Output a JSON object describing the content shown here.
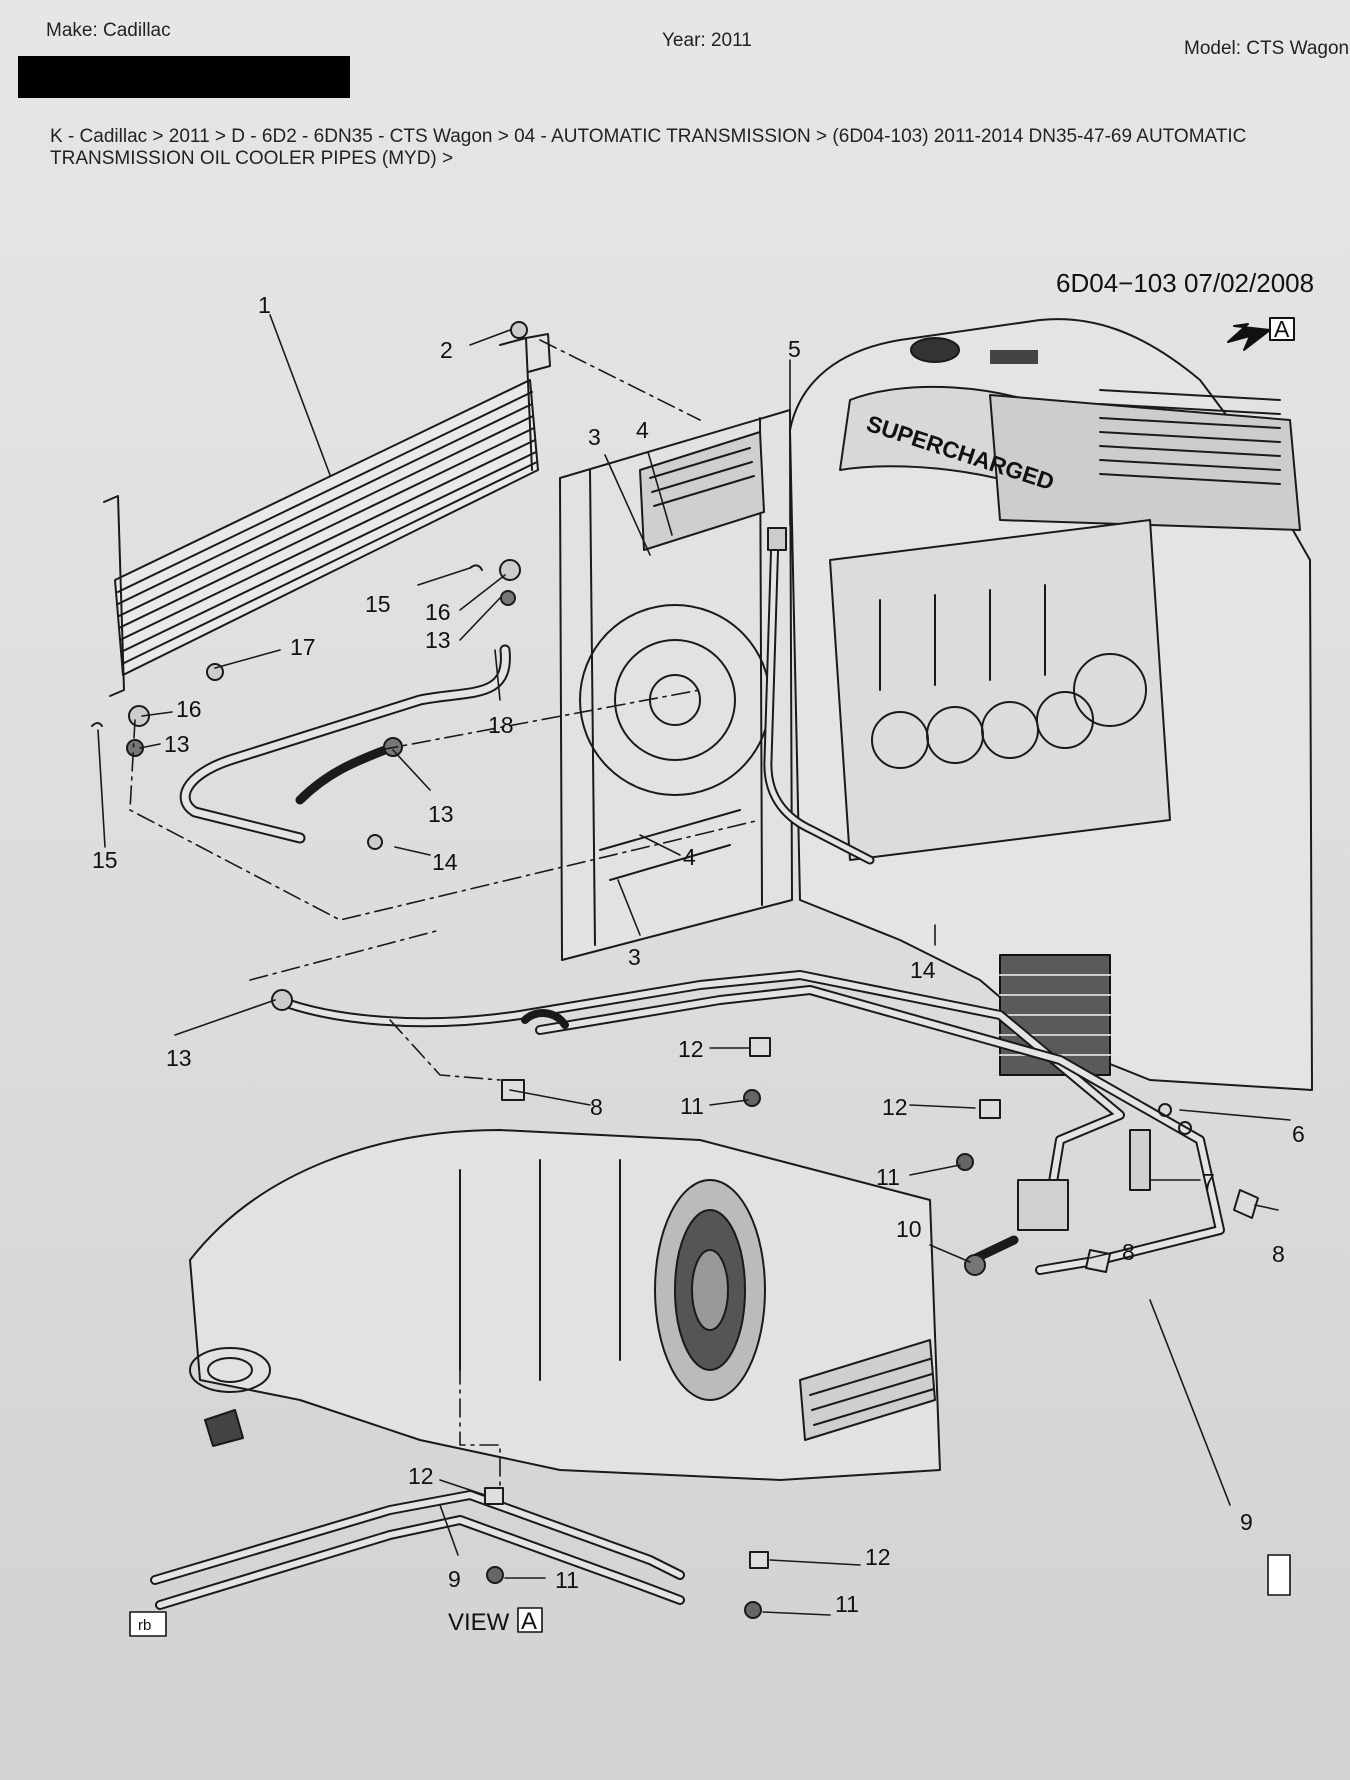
{
  "header": {
    "make": "Make: Cadillac",
    "year": "Year: 2011",
    "model": "Model: CTS Wagon",
    "breadcrumb": "K - Cadillac > 2011 > D - 6D2 - 6DN35 - CTS Wagon > 04 - AUTOMATIC TRANSMISSION > (6D04-103)  2011-2014  DN35-47-69  AUTOMATIC TRANSMISSION OIL COOLER PIPES (MYD) >"
  },
  "diagram": {
    "doc_id": "6D04−103  07/02/2008",
    "engine_text": "SUPERCHARGED",
    "view_label": "VIEW",
    "view_letter": "A",
    "arrow_letter": "A",
    "corner_tag": "rb",
    "callouts": {
      "c1": "1",
      "c2": "2",
      "c3a": "3",
      "c4a": "4",
      "c5": "5",
      "c15a": "15",
      "c16a": "16",
      "c13a": "13",
      "c17": "17",
      "c18": "18",
      "c16b": "16",
      "c13b": "13",
      "c15b": "15",
      "c13c": "13",
      "c14a": "14",
      "c4b": "4",
      "c3b": "3",
      "c14b": "14",
      "c13d": "13",
      "c8a": "8",
      "c12a": "12",
      "c11a": "11",
      "c12b": "12",
      "c11b": "11",
      "c6": "6",
      "c7": "7",
      "c10": "10",
      "c8b": "8",
      "c8c": "8",
      "c9a": "9",
      "c12c": "12",
      "c9b": "9",
      "c11c": "11",
      "c12d": "12",
      "c11d": "11"
    }
  }
}
